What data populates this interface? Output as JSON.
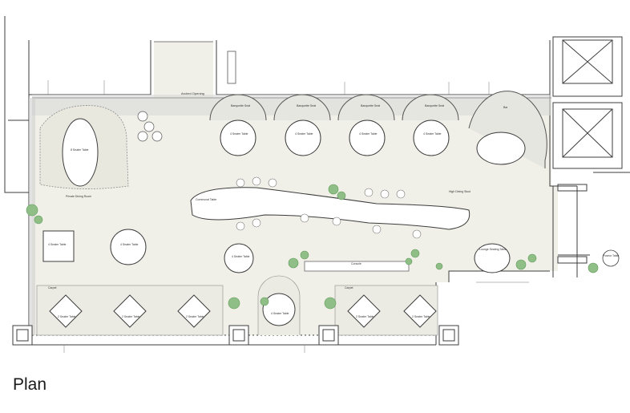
{
  "caption": "Plan",
  "colors": {
    "floor": "#f1f0e8",
    "wall": "#9a9a9a",
    "line": "#3c3c3c",
    "planting": "#8fbf86",
    "planting_dark": "#5f9a58",
    "furniture": "#ffffff"
  },
  "labels": {
    "arched_opening": "Arched Opening",
    "private_dining": "Private Dining Room",
    "communal_table": "Communal Table",
    "bar": "Bar",
    "banquette_1": "Banquette Seat",
    "banquette_2": "Banquette Seat",
    "banquette_3": "Banquette Seat",
    "banquette_4": "Banquette Seat",
    "booth_1": "4 Seater Table",
    "booth_2": "4 Seater Table",
    "booth_3": "4 Seater Table",
    "booth_4": "4 Seater Table",
    "oval_table": "8 Seater Table",
    "left_square": "4 Seater Table",
    "left_round": "4 Seater Table",
    "mid_round": "4 Seater Table",
    "diamond_1": "2 Seater Table",
    "diamond_2": "2 Seater Table",
    "diamond_3": "2 Seater Table",
    "diamond_4": "2 Seater Table",
    "diamond_5": "2 Seater Table",
    "round_bottom": "4 Seater Table",
    "carpet_left": "Carpet",
    "carpet_right": "Carpet",
    "console": "Console",
    "lounge_table": "Lounge Seating Table",
    "high_table": "High Dining Stool",
    "small_table": "Poseur Table"
  }
}
